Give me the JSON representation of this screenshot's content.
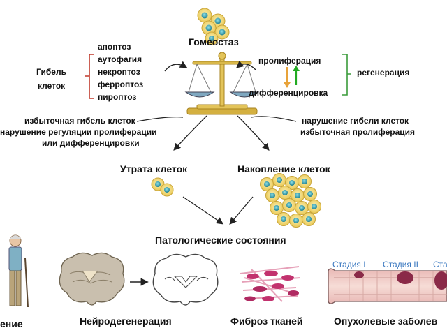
{
  "homeostasis": "Гомеостаз",
  "cell_death": {
    "label_line1": "Гибель",
    "label_line2": "клеток",
    "items": [
      "апоптоз",
      "аутофагия",
      "некроптоз",
      "ферроптоз",
      "пироптоз"
    ]
  },
  "regeneration": {
    "label": "регенерация",
    "items": [
      "пролиферация",
      "дифференцировка"
    ]
  },
  "left_causes": [
    "избыточная гибель клеток",
    "нарушение регуляции пролиферации",
    "или дифференцировки"
  ],
  "right_causes": [
    "нарушение гибели клеток",
    "избыточная пролиферация"
  ],
  "cell_loss": "Утрата клеток",
  "cell_accumulation": "Накопление клеток",
  "pathologies": "Патологические состояния",
  "outcomes": [
    "ение",
    "Нейродегенерация",
    "Фиброз тканей",
    "Опухолевые заболев"
  ],
  "stages": [
    "Стадия I",
    "Стадия II",
    "Ста"
  ],
  "colors": {
    "bracket_red": "#c0392b",
    "bracket_green": "#3a9b3a",
    "arrow_up_green": "#22aa22",
    "arrow_down_orange": "#e8a33a",
    "cell_yellow": "#f2d46a",
    "cell_nucleus": "#3aa3b0",
    "stage_blue": "#3a78c0",
    "fibrosis_pink": "#c2326e"
  }
}
